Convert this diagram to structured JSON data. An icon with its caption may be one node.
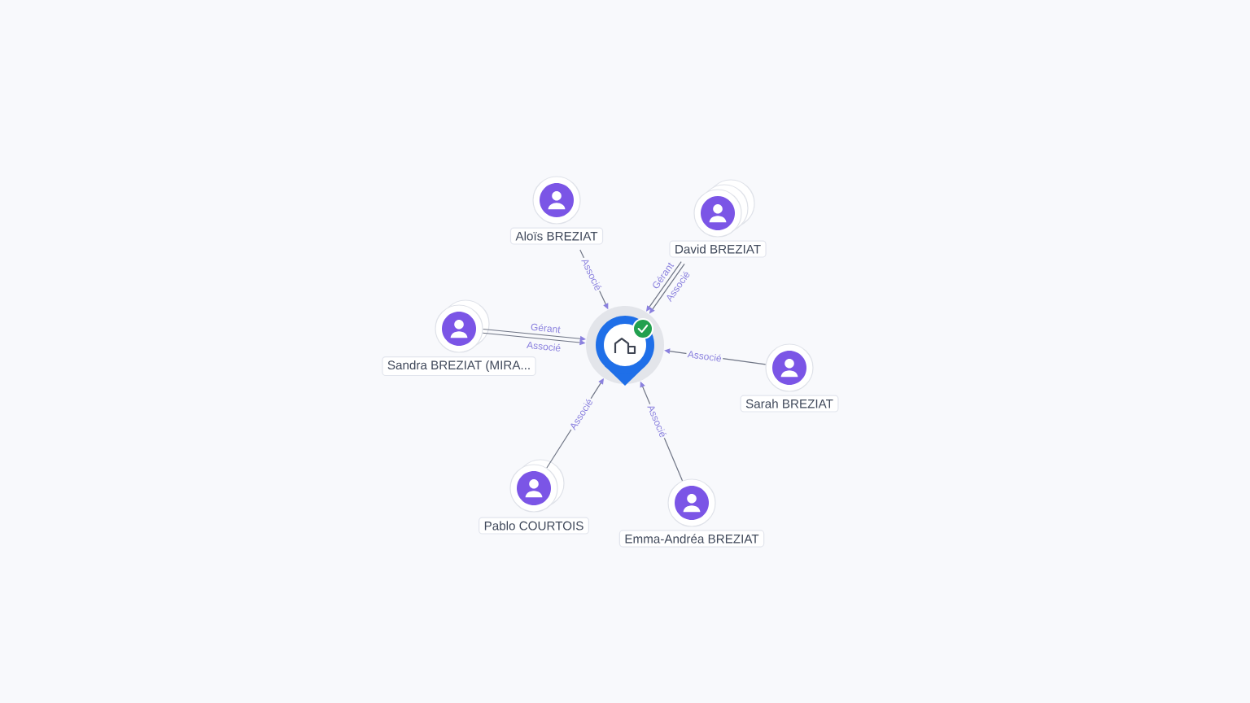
{
  "diagram": {
    "nodes": [
      {
        "text": [
          "Aloïs BREZIAT"
        ]
      },
      {
        "text": [
          "David BREZIAT"
        ]
      },
      {
        "text": [
          "Sandra BREZIAT (MIRA..."
        ]
      },
      {
        "text": [],
        "shape": "pin"
      },
      {
        "text": [
          "Sarah BREZIAT"
        ]
      },
      {
        "text": [
          "Pablo COURTOIS"
        ]
      },
      {
        "text": [
          "Emma-Andréa BREZIAT"
        ]
      }
    ],
    "edges": [
      {
        "from": 0,
        "to": 3,
        "arrow": "to",
        "label": "Associé"
      },
      {
        "from": 1,
        "to": 3,
        "arrow": "to",
        "label": "Gérant"
      },
      {
        "from": 1,
        "to": 3,
        "arrow": "to",
        "label": "Associé"
      },
      {
        "from": 2,
        "to": 3,
        "arrow": "to",
        "label": "Gérant"
      },
      {
        "from": 2,
        "to": 3,
        "arrow": "to",
        "label": "Associé"
      },
      {
        "from": 4,
        "to": 3,
        "arrow": "to",
        "label": "Associé"
      },
      {
        "from": 5,
        "to": 3,
        "arrow": "to",
        "label": "Associé"
      },
      {
        "from": 6,
        "to": 3,
        "arrow": "to",
        "label": "Associé"
      }
    ]
  }
}
